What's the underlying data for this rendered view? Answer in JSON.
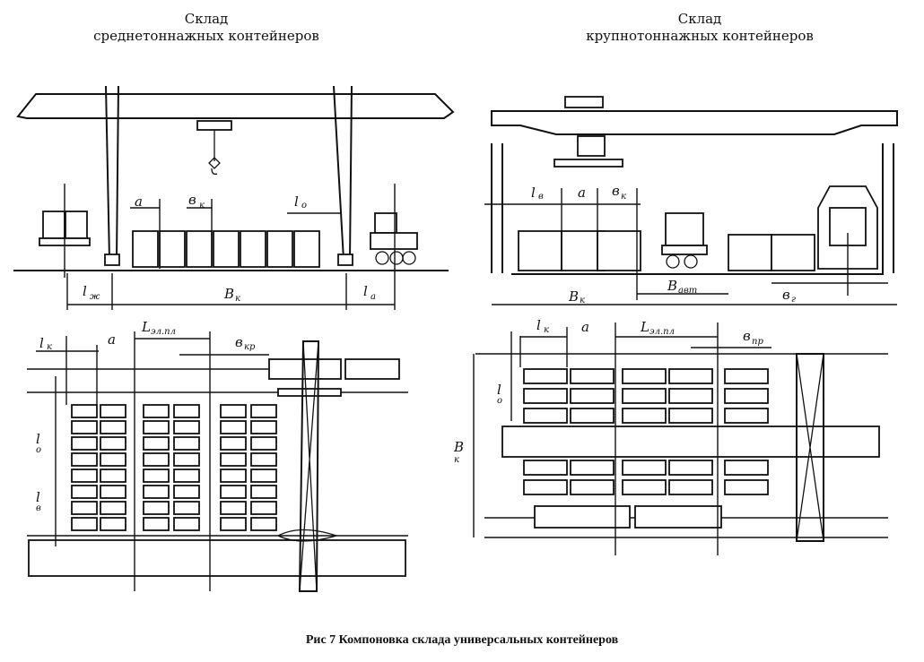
{
  "left": {
    "title_line1": "Склад",
    "title_line2": "среднетоннажных  контейнеров",
    "labels": {
      "a_top": "a",
      "b_k": "в",
      "b_k_sub": "к",
      "l_o": "l",
      "l_o_sub": "o",
      "l_zh": "l",
      "l_zh_sub": "ж",
      "B_k": "B",
      "B_k_sub": "к",
      "l_a": "l",
      "l_a_sub": "a",
      "l_k": "l",
      "l_k_sub": "к",
      "a_plan": "a",
      "L_el": "L",
      "L_el_sub": "эл.пл",
      "b_kr": "в",
      "b_kr_sub": "кр",
      "l_o_plan": "l",
      "l_o_plan_sub": "o",
      "l_v": "l",
      "l_v_sub": "в"
    }
  },
  "right": {
    "title_line1": "Склад",
    "title_line2": "крупнотоннажных   контейнеров",
    "labels": {
      "l_v": "l",
      "l_v_sub": "в",
      "a_top": "a",
      "b_k": "в",
      "b_k_sub": "к",
      "B_k": "B",
      "B_k_sub": "к",
      "B_avt": "B",
      "B_avt_sub": "авт",
      "b_g": "в",
      "b_g_sub": "г",
      "l_k": "l",
      "l_k_sub": "к",
      "a_plan": "a",
      "L_el": "L",
      "L_el_sub": "эл.пл",
      "b_pr": "в",
      "b_pr_sub": "пр",
      "l_o": "l",
      "l_o_sub": "o",
      "B_k_plan": "B",
      "B_k_plan_sub": "к"
    }
  },
  "caption": "Рис 7  Компоновка склада универсальных  контейнеров"
}
